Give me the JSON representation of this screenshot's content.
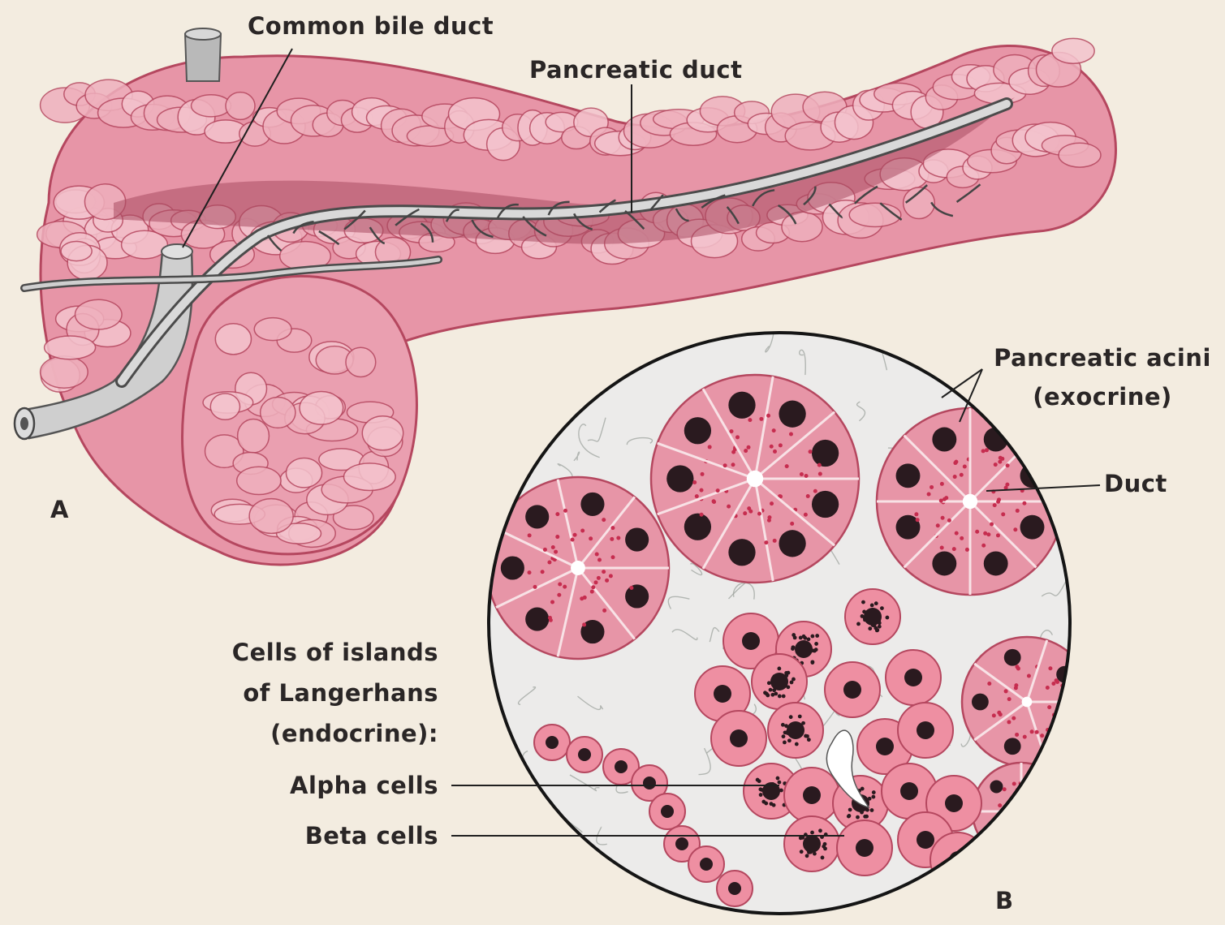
{
  "labels": {
    "common_bile_duct": "Common bile duct",
    "pancreatic_duct": "Pancreatic duct",
    "pancreatic_acini": "Pancreatic acini",
    "exocrine": "(exocrine)",
    "duct": "Duct",
    "islands_line1": "Cells of islands",
    "islands_line2": "of Langerhans",
    "islands_line3": "(endocrine):",
    "alpha_cells": "Alpha cells",
    "beta_cells": "Beta cells",
    "panel_a": "A",
    "panel_b": "B"
  },
  "colors": {
    "background": "#f3ece0",
    "tissue": "#e795a7",
    "tissue_light": "#f4c3cd",
    "tissue_dark": "#b5475f",
    "duct": "#cfcfcf",
    "nucleus": "#2a1a1f",
    "stroma": "#e9e7e6",
    "line": "#222222"
  }
}
